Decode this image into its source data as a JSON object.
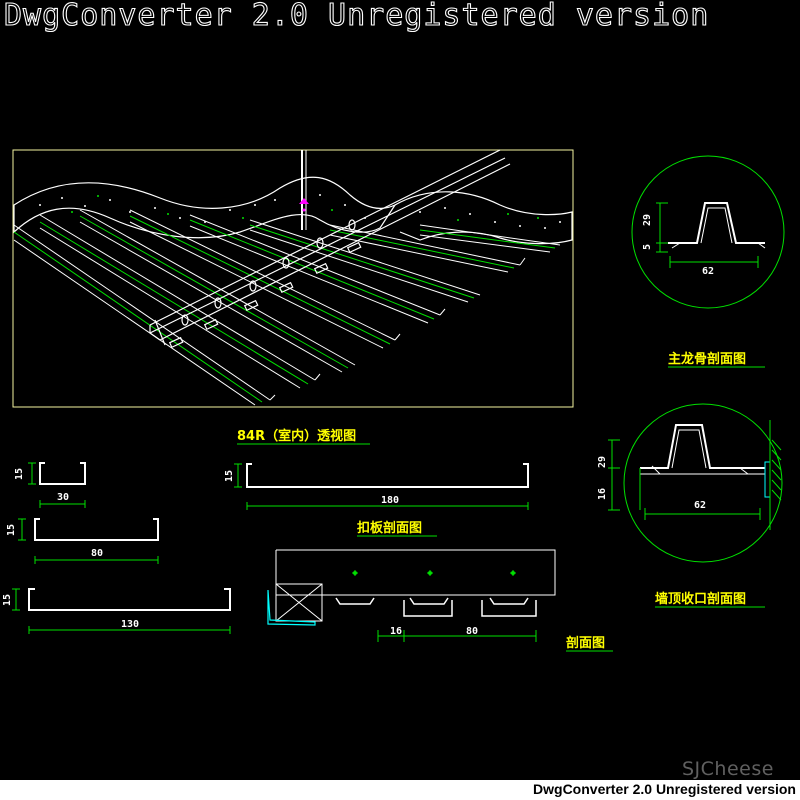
{
  "watermark": {
    "top_text": "DwgConverter 2.0 Unregistered version",
    "bottom_text": "DwgConverter 2.0 Unregistered version",
    "site_mark": "SJCheese"
  },
  "colors": {
    "background": "#000000",
    "frame": "#f4f4a0",
    "profile": "#ffffff",
    "dimension": "#00e000",
    "label": "#ffff00",
    "accent": "#ff00ff",
    "cyan": "#00ffff"
  },
  "main_view": {
    "caption": "84R（室内）透视图"
  },
  "detail_main_keel": {
    "caption": "主龙骨剖面图",
    "dims": {
      "height": "29",
      "lip": "5",
      "width": "62"
    }
  },
  "detail_wall_top": {
    "caption": "墙顶收口剖面图",
    "dims": {
      "height": "29",
      "lower": "16",
      "width": "62"
    }
  },
  "small_profiles": [
    {
      "height": "15",
      "width": "30"
    },
    {
      "height": "15",
      "width": "80"
    },
    {
      "height": "15",
      "width": "130"
    }
  ],
  "panel_section": {
    "caption": "扣板剖面图",
    "dims": {
      "height": "15",
      "width": "180"
    }
  },
  "section_view": {
    "caption": "剖面图",
    "dims": {
      "gap": "16",
      "width": "80"
    }
  }
}
